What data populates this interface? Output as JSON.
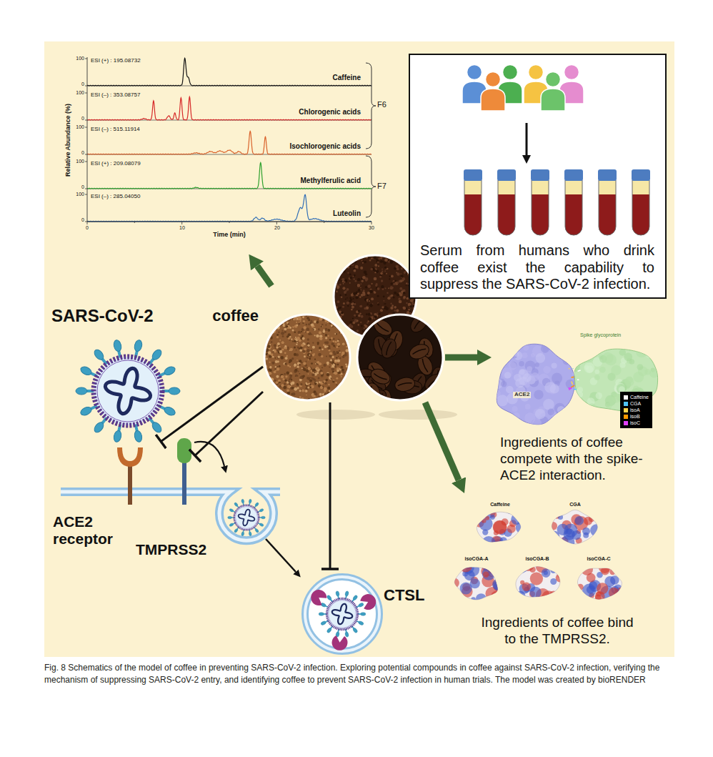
{
  "diagram": {
    "caption": "Fig. 8 Schematics of the model of coffee in preventing SARS-CoV-2 infection. Exploring potential compounds in coffee against SARS-CoV-2 infection, verifying the mechanism of suppressing SARS-CoV-2 entry, and identifying coffee to prevent SARS-CoV-2 infection in human trials. The model was created by bioRENDER",
    "nodes": [
      {
        "text": [
          "Serum from humans who drink coffee exist the capability to suppress the SARS-CoV-2 infection."
        ]
      },
      {
        "text": [
          "SARS-CoV-2"
        ]
      },
      {
        "text": [
          "coffee"
        ]
      },
      {
        "text": [
          "Ingredients of coffee compete with the spike-ACE2 interaction."
        ]
      },
      {
        "text": [
          "ACE2 receptor"
        ]
      },
      {
        "text": [
          "TMPRSS2"
        ]
      },
      {
        "text": [
          "Ingredients of coffee bind to the TMPRSS2."
        ]
      },
      {
        "text": [
          "CTSL"
        ]
      }
    ],
    "edges": [
      {
        "from": 2,
        "to": 3,
        "arrow": "to"
      },
      {
        "from": 2,
        "to": 6,
        "arrow": "to"
      },
      {
        "from": 2,
        "to": 1,
        "arrow": "none"
      },
      {
        "from": 2,
        "to": 5,
        "arrow": "none"
      },
      {
        "from": 2,
        "to": 7,
        "arrow": "none"
      }
    ],
    "labels": [
      "100",
      "0",
      "ESI (+) : 195.08732",
      "Caffeine",
      "100",
      "0",
      "ESI (–) : 353.08757",
      "Chlorogenic acids",
      "100",
      "0",
      "ESI (–) : 515.11914",
      "Isochlorogenic acids",
      "100",
      "0",
      "ESI (+) : 209.08079",
      "Methylferulic acid",
      "100",
      "0",
      "ESI (–) : 285.04050",
      "Luteolin",
      "F6",
      "F7",
      "Relative Abundance (%)",
      "0",
      "10",
      "20",
      "30",
      "Time (min)",
      "ACE2",
      "Spike glycoprotein",
      "Caffeine",
      "CGA",
      "isoCGA-A",
      "isoCGA-B",
      "isoCGA-C"
    ],
    "legend": [
      {
        "text": "Caffeine",
        "color": "#ffffff"
      },
      {
        "text": "CGA",
        "color": "#4fc3f7"
      },
      {
        "text": "isoA",
        "color": "#ffd54f"
      },
      {
        "text": "isoB",
        "color": "#ff9800"
      },
      {
        "text": "isoC",
        "color": "#e040fb"
      }
    ]
  }
}
